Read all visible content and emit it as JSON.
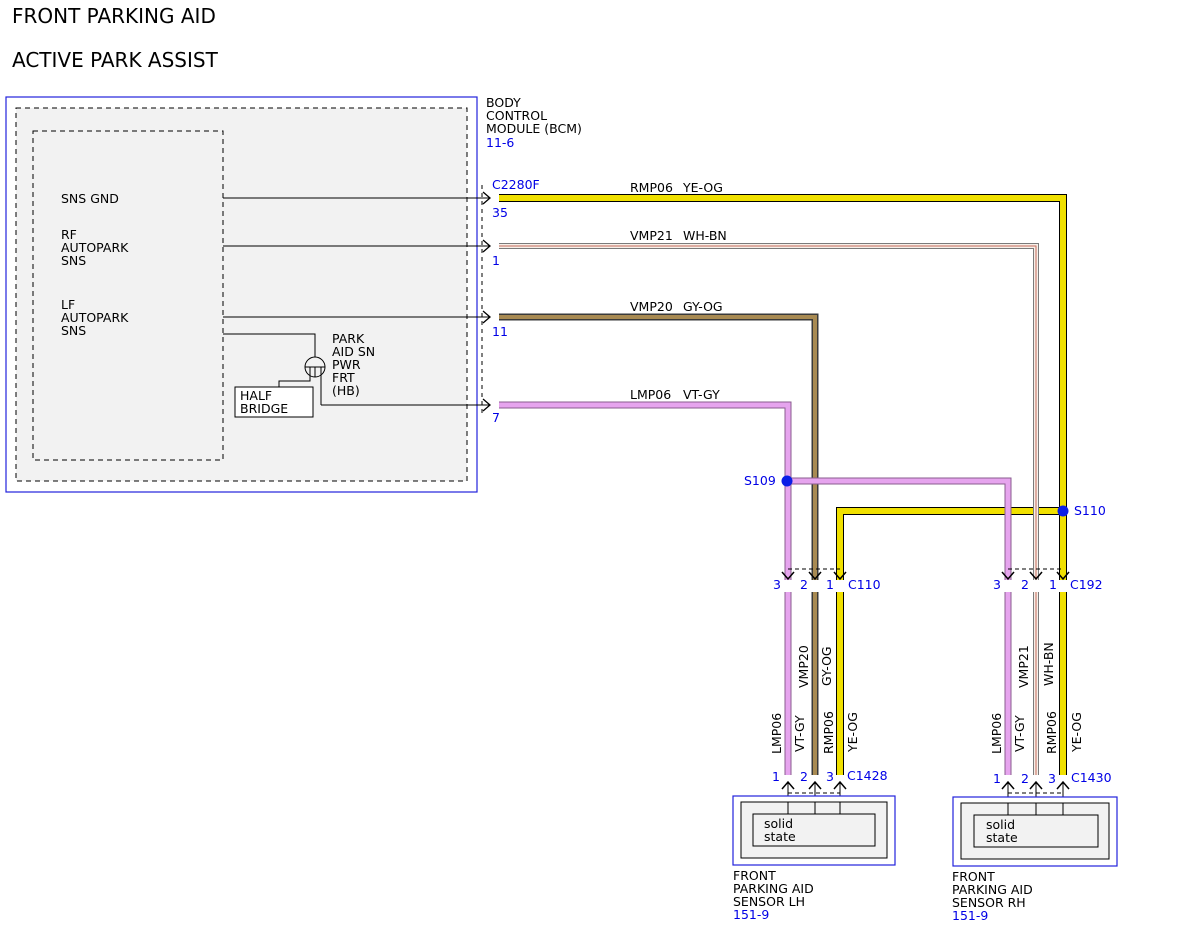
{
  "titles": [
    "FRONT PARKING AID",
    "ACTIVE PARK ASSIST"
  ],
  "bcm": {
    "name_lines": [
      "BODY",
      "CONTROL",
      "MODULE (BCM)"
    ],
    "ref": "11-6",
    "connector": "C2280F",
    "internal_labels": {
      "sns_gnd": [
        "SNS GND"
      ],
      "rf": [
        "RF",
        "AUTOPARK",
        "SNS"
      ],
      "lf": [
        "LF",
        "AUTOPARK",
        "SNS"
      ],
      "half_bridge": [
        "HALF",
        "BRIDGE"
      ],
      "park_aid_pwr": [
        "PARK",
        "AID SN",
        "PWR",
        "FRT",
        "(HB)"
      ]
    },
    "pins": [
      "35",
      "1",
      "11",
      "7"
    ]
  },
  "circuits": [
    {
      "circuit": "RMP06",
      "color": "YE-OG",
      "hex": "#f0e000"
    },
    {
      "circuit": "VMP21",
      "color": "WH-BN",
      "hex": "#d8a7a0"
    },
    {
      "circuit": "VMP20",
      "color": "GY-OG",
      "hex": "#8a7448"
    },
    {
      "circuit": "LMP06",
      "color": "VT-GY",
      "hex": "#d58de0"
    }
  ],
  "splices": [
    "S109",
    "S110"
  ],
  "connectors": {
    "c110": {
      "name": "C110",
      "pins": [
        "3",
        "2",
        "1"
      ]
    },
    "c192": {
      "name": "C192",
      "pins": [
        "3",
        "2",
        "1"
      ]
    },
    "c1428": {
      "name": "C1428",
      "pins": [
        "1",
        "2",
        "3"
      ]
    },
    "c1430": {
      "name": "C1430",
      "pins": [
        "1",
        "2",
        "3"
      ]
    }
  },
  "wire_labels": {
    "lh": [
      {
        "circuit": "LMP06",
        "color": "VT-GY"
      },
      {
        "circuit": "VMP20",
        "color": "GY-OG"
      },
      {
        "circuit": "RMP06",
        "color": "YE-OG"
      }
    ],
    "rh": [
      {
        "circuit": "LMP06",
        "color": "VT-GY"
      },
      {
        "circuit": "VMP21",
        "color": "WH-BN"
      },
      {
        "circuit": "RMP06",
        "color": "YE-OG"
      }
    ]
  },
  "sensors": {
    "lh": {
      "inner": [
        "solid",
        "state"
      ],
      "name_lines": [
        "FRONT",
        "PARKING AID",
        "SENSOR LH"
      ],
      "ref": "151-9"
    },
    "rh": {
      "inner": [
        "solid",
        "state"
      ],
      "name_lines": [
        "FRONT",
        "PARKING AID",
        "SENSOR RH"
      ],
      "ref": "151-9"
    }
  },
  "colors": {
    "ref_blue": "#0000e6",
    "box_blue": "#2222dd",
    "splice_dot": "#0a1ee6"
  }
}
